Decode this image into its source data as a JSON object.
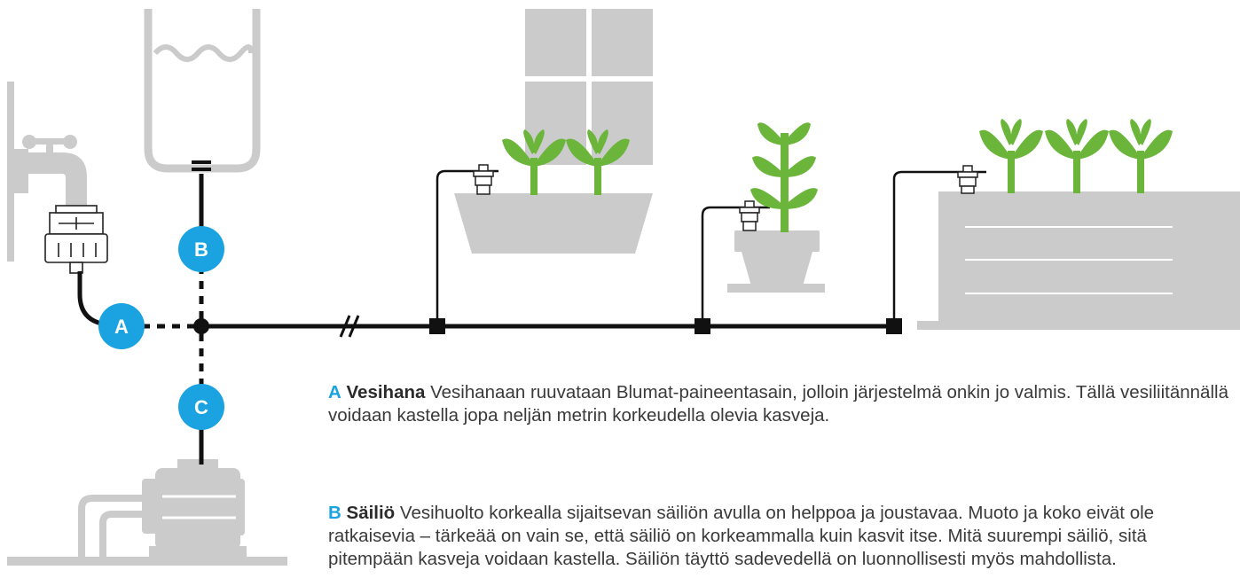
{
  "colors": {
    "grey": "#cbcbcb",
    "line": "#111111",
    "plant_green": "#6ab53a",
    "badge_blue": "#1aa3e0",
    "text": "#3a3a3a"
  },
  "badges": [
    {
      "key": "a",
      "letter": "A",
      "icon": "water-tap-icon"
    },
    {
      "key": "b",
      "letter": "B",
      "icon": "water-tank-icon"
    },
    {
      "key": "c",
      "letter": "C",
      "icon": "pump-icon"
    }
  ],
  "descriptions": {
    "a": {
      "letter": "A",
      "title": "Vesihana",
      "text": "Vesihanaan ruuvataan Blumat-paineentasain, jolloin järjestelmä onkin jo valmis. Tällä vesiliitännällä voidaan kastella jopa neljän metrin korkeudella olevia kasveja."
    },
    "b": {
      "letter": "B",
      "title": "Säiliö",
      "text": "Vesihuolto korkealla sijaitsevan säiliön avulla on helppoa ja joustavaa. Muoto ja koko eivät ole ratkaisevia – tärkeää on vain se, että säiliö on korkeammalla kuin kasvit itse. Mitä suurempi säiliö, sitä pitempään kasveja voidaan kastella. Säiliön täyttö sadevedellä on luonnollisesti myös mahdollista."
    }
  }
}
